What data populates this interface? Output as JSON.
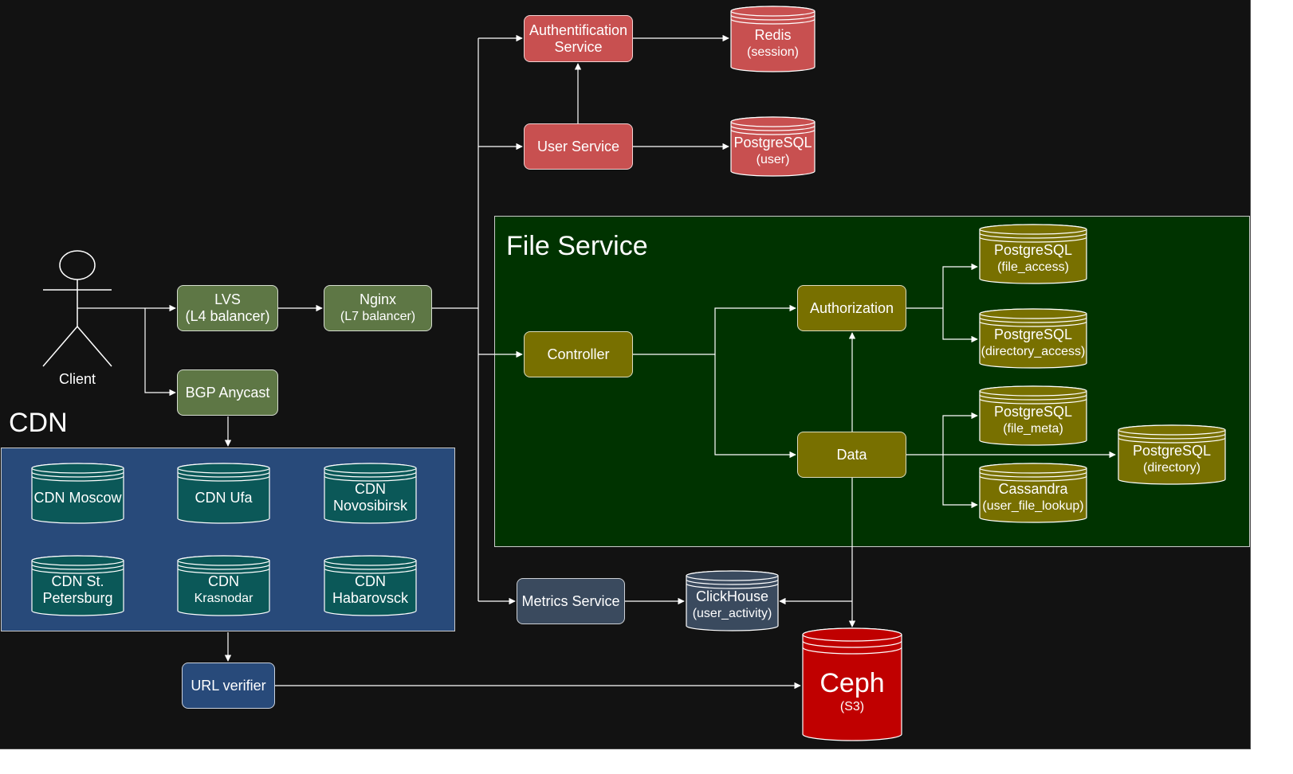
{
  "colors": {
    "background": "#121212",
    "green_node": "#5e7745",
    "red_node": "#c85050",
    "olive_node": "#787000",
    "teal_db": "#0b5858",
    "cdn_region": "#284a7a",
    "file_service_region": "#003300",
    "metrics_node": "#3a4a5e",
    "ceph": "#c00000",
    "edge": "#ffffff"
  },
  "client": {
    "label": "Client"
  },
  "nodes": {
    "lvs": {
      "title": "LVS",
      "sub": "(L4 balancer)"
    },
    "nginx": {
      "title": "Nginx",
      "sub": "(L7 balancer)"
    },
    "bgp": {
      "title": "BGP Anycast"
    },
    "auth": {
      "title": "Authentification",
      "sub": "Service"
    },
    "user_service": {
      "title": "User Service"
    },
    "controller": {
      "title": "Controller"
    },
    "authorization": {
      "title": "Authorization"
    },
    "data": {
      "title": "Data"
    },
    "metrics": {
      "title": "Metrics Service"
    },
    "url_verifier": {
      "title": "URL verifier"
    }
  },
  "databases": {
    "redis": {
      "title": "Redis",
      "sub": "(session)"
    },
    "pg_user": {
      "title": "PostgreSQL",
      "sub": "(user)"
    },
    "pg_file_access": {
      "title": "PostgreSQL",
      "sub": "(file_access)"
    },
    "pg_directory_access": {
      "title": "PostgreSQL",
      "sub": "(directory_access)"
    },
    "pg_file_meta": {
      "title": "PostgreSQL",
      "sub": "(file_meta)"
    },
    "cassandra": {
      "title": "Cassandra",
      "sub": "(user_file_lookup)"
    },
    "pg_directory": {
      "title": "PostgreSQL",
      "sub": "(directory)"
    },
    "clickhouse": {
      "title": "ClickHouse",
      "sub": "(user_activity)"
    },
    "ceph": {
      "title": "Ceph",
      "sub": "(S3)"
    }
  },
  "regions": {
    "cdn": {
      "title": "CDN",
      "items": [
        {
          "title": "CDN Moscow",
          "sub": ""
        },
        {
          "title": "CDN Ufa",
          "sub": ""
        },
        {
          "title": "CDN",
          "sub": "Novosibirsk"
        },
        {
          "title": "CDN St.",
          "sub": "Petersburg"
        },
        {
          "title": "CDN",
          "sub": "Krasnodar"
        },
        {
          "title": "CDN",
          "sub": "Habarovsck"
        }
      ]
    },
    "file_service": {
      "title": "File Service"
    }
  }
}
